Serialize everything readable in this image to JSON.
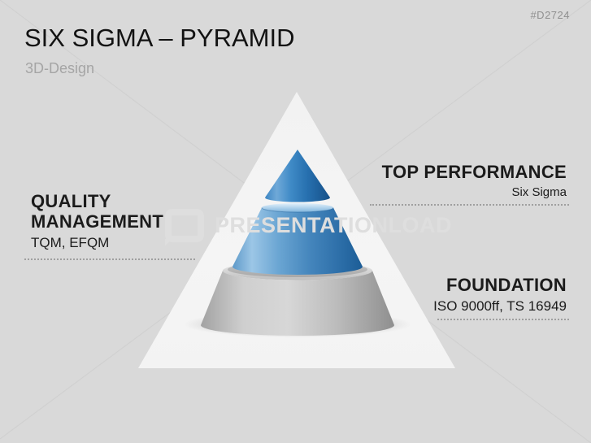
{
  "header": {
    "title": "SIX SIGMA – PYRAMID",
    "subtitle": "3D-Design",
    "id_tag": "#D2724"
  },
  "watermark": {
    "brand": "PRESENTATIONLOAD"
  },
  "diagram": {
    "type": "pyramid-3d",
    "levels": [
      {
        "position": "top",
        "label": "TOP PERFORMANCE",
        "sublabel": "Six Sigma",
        "color": "#2f7cbd"
      },
      {
        "position": "middle",
        "label": "QUALITY MANAGEMENT",
        "sublabel": "TQM, EFQM",
        "color": "#5d9bcd"
      },
      {
        "position": "bottom",
        "label": "FOUNDATION",
        "sublabel": "ISO 9000ff, TS 16949",
        "color": "#bdbdbd"
      }
    ]
  },
  "colors": {
    "background": "#d9d9d9",
    "triangle": "#f4f4f4",
    "accent_blue": "#2f7cbd",
    "gray_level": "#bdbdbd",
    "text": "#1b1b1b",
    "muted_text": "#a5a5a5",
    "watermark": "#dedede"
  }
}
